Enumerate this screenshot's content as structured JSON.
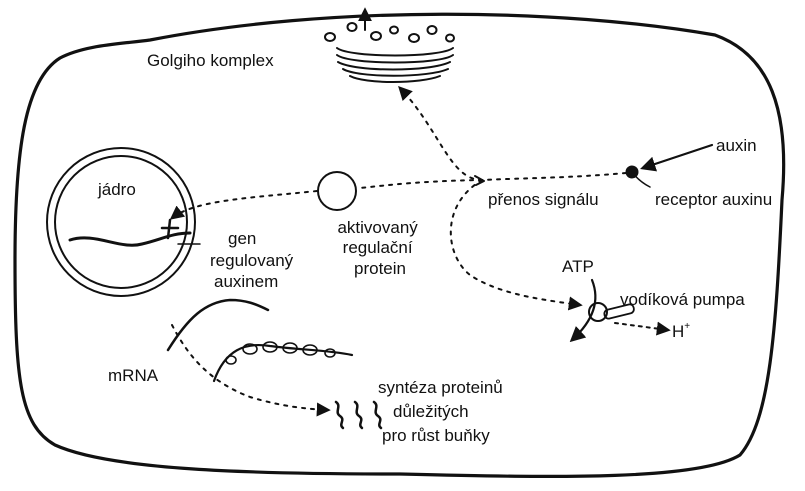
{
  "labels": {
    "golgi": "Golgiho komplex",
    "auxin": "auxin",
    "receptor": "receptor auxinu",
    "signal": "přenos signálu",
    "nucleus": "jádro",
    "gene": [
      "gen",
      "regulovaný",
      "auxinem"
    ],
    "protein": [
      "aktivovaný",
      "regulační",
      "protein"
    ],
    "atp": "ATP",
    "pump": "vodíková pumpa",
    "proton": "H",
    "proton_sup": "+",
    "mrna": "mRNA",
    "synthesis": [
      "syntéza proteinů",
      "důležitých",
      "pro růst buňky"
    ]
  },
  "colors": {
    "ink": "#111111",
    "background": "#ffffff"
  }
}
